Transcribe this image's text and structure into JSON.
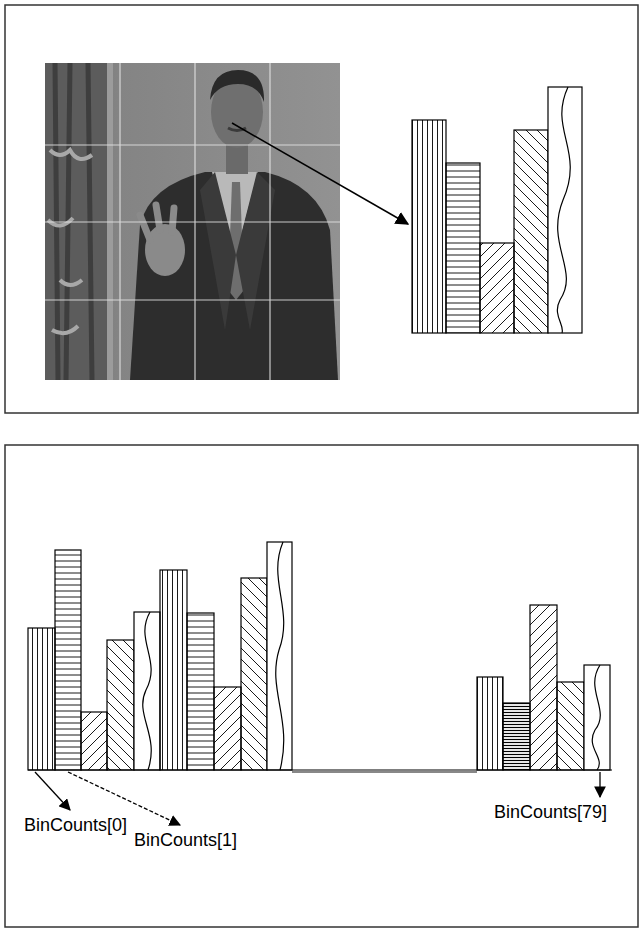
{
  "diagram": {
    "labels": [
      "BinCounts[0]",
      "BinCounts[1]",
      "BinCounts[79]"
    ]
  }
}
